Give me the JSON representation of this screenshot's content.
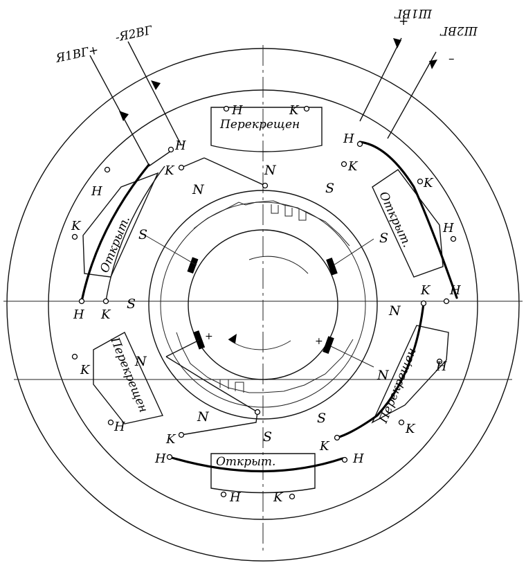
{
  "leads": {
    "ya1": "Я1ВГ+",
    "ya2": "-Я2ВГ",
    "sh1": "Ш1ВГ",
    "sh1_sign": "+",
    "sh2": "Ш2ВГ",
    "sh2_sign": "–"
  },
  "coils": {
    "top": "Перекрещен",
    "upper_right": "Открыт.",
    "lower_right": "Перекрещен",
    "bottom": "Открыт.",
    "lower_left": "Перекрещен",
    "upper_left": "Открыт."
  },
  "poles": {
    "n_top": "N",
    "s_top_right": "S",
    "n_upper_left": "N",
    "s_left_brush": "S",
    "s_right_brush": "S",
    "s_left": "S",
    "n_right": "N",
    "n_lower_left": "N",
    "n_lower_right_brush": "N",
    "n_bottom_left": "N",
    "s_bottom": "S",
    "s_bottom_right": "S"
  },
  "terminals": {
    "h": "H",
    "k": "K"
  },
  "brush_plus": "+"
}
